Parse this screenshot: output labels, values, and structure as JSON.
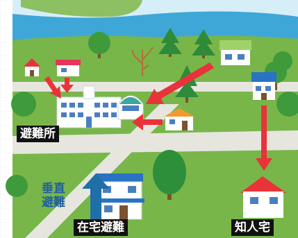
{
  "labels": {
    "evacuation_site": "避難所",
    "vertical_evacuation_line1": "垂直",
    "vertical_evacuation_line2": "避難",
    "home_evacuation": "在宅避難",
    "acquaintance_home": "知人宅"
  },
  "colors": {
    "grass": "#78b64a",
    "road": "#e6e6df",
    "river": "#3ea7d8",
    "sky": "#d6eef7",
    "arrow_red": "#e8333a",
    "arrow_blue": "#1f6fa8",
    "label_bg": "#111111",
    "label_text": "#ffffff",
    "vertical_label_text": "#1f5fa0"
  },
  "icons": [
    "evacuation-shelter-building",
    "house-icon",
    "tree-icon",
    "arrow-icon"
  ]
}
